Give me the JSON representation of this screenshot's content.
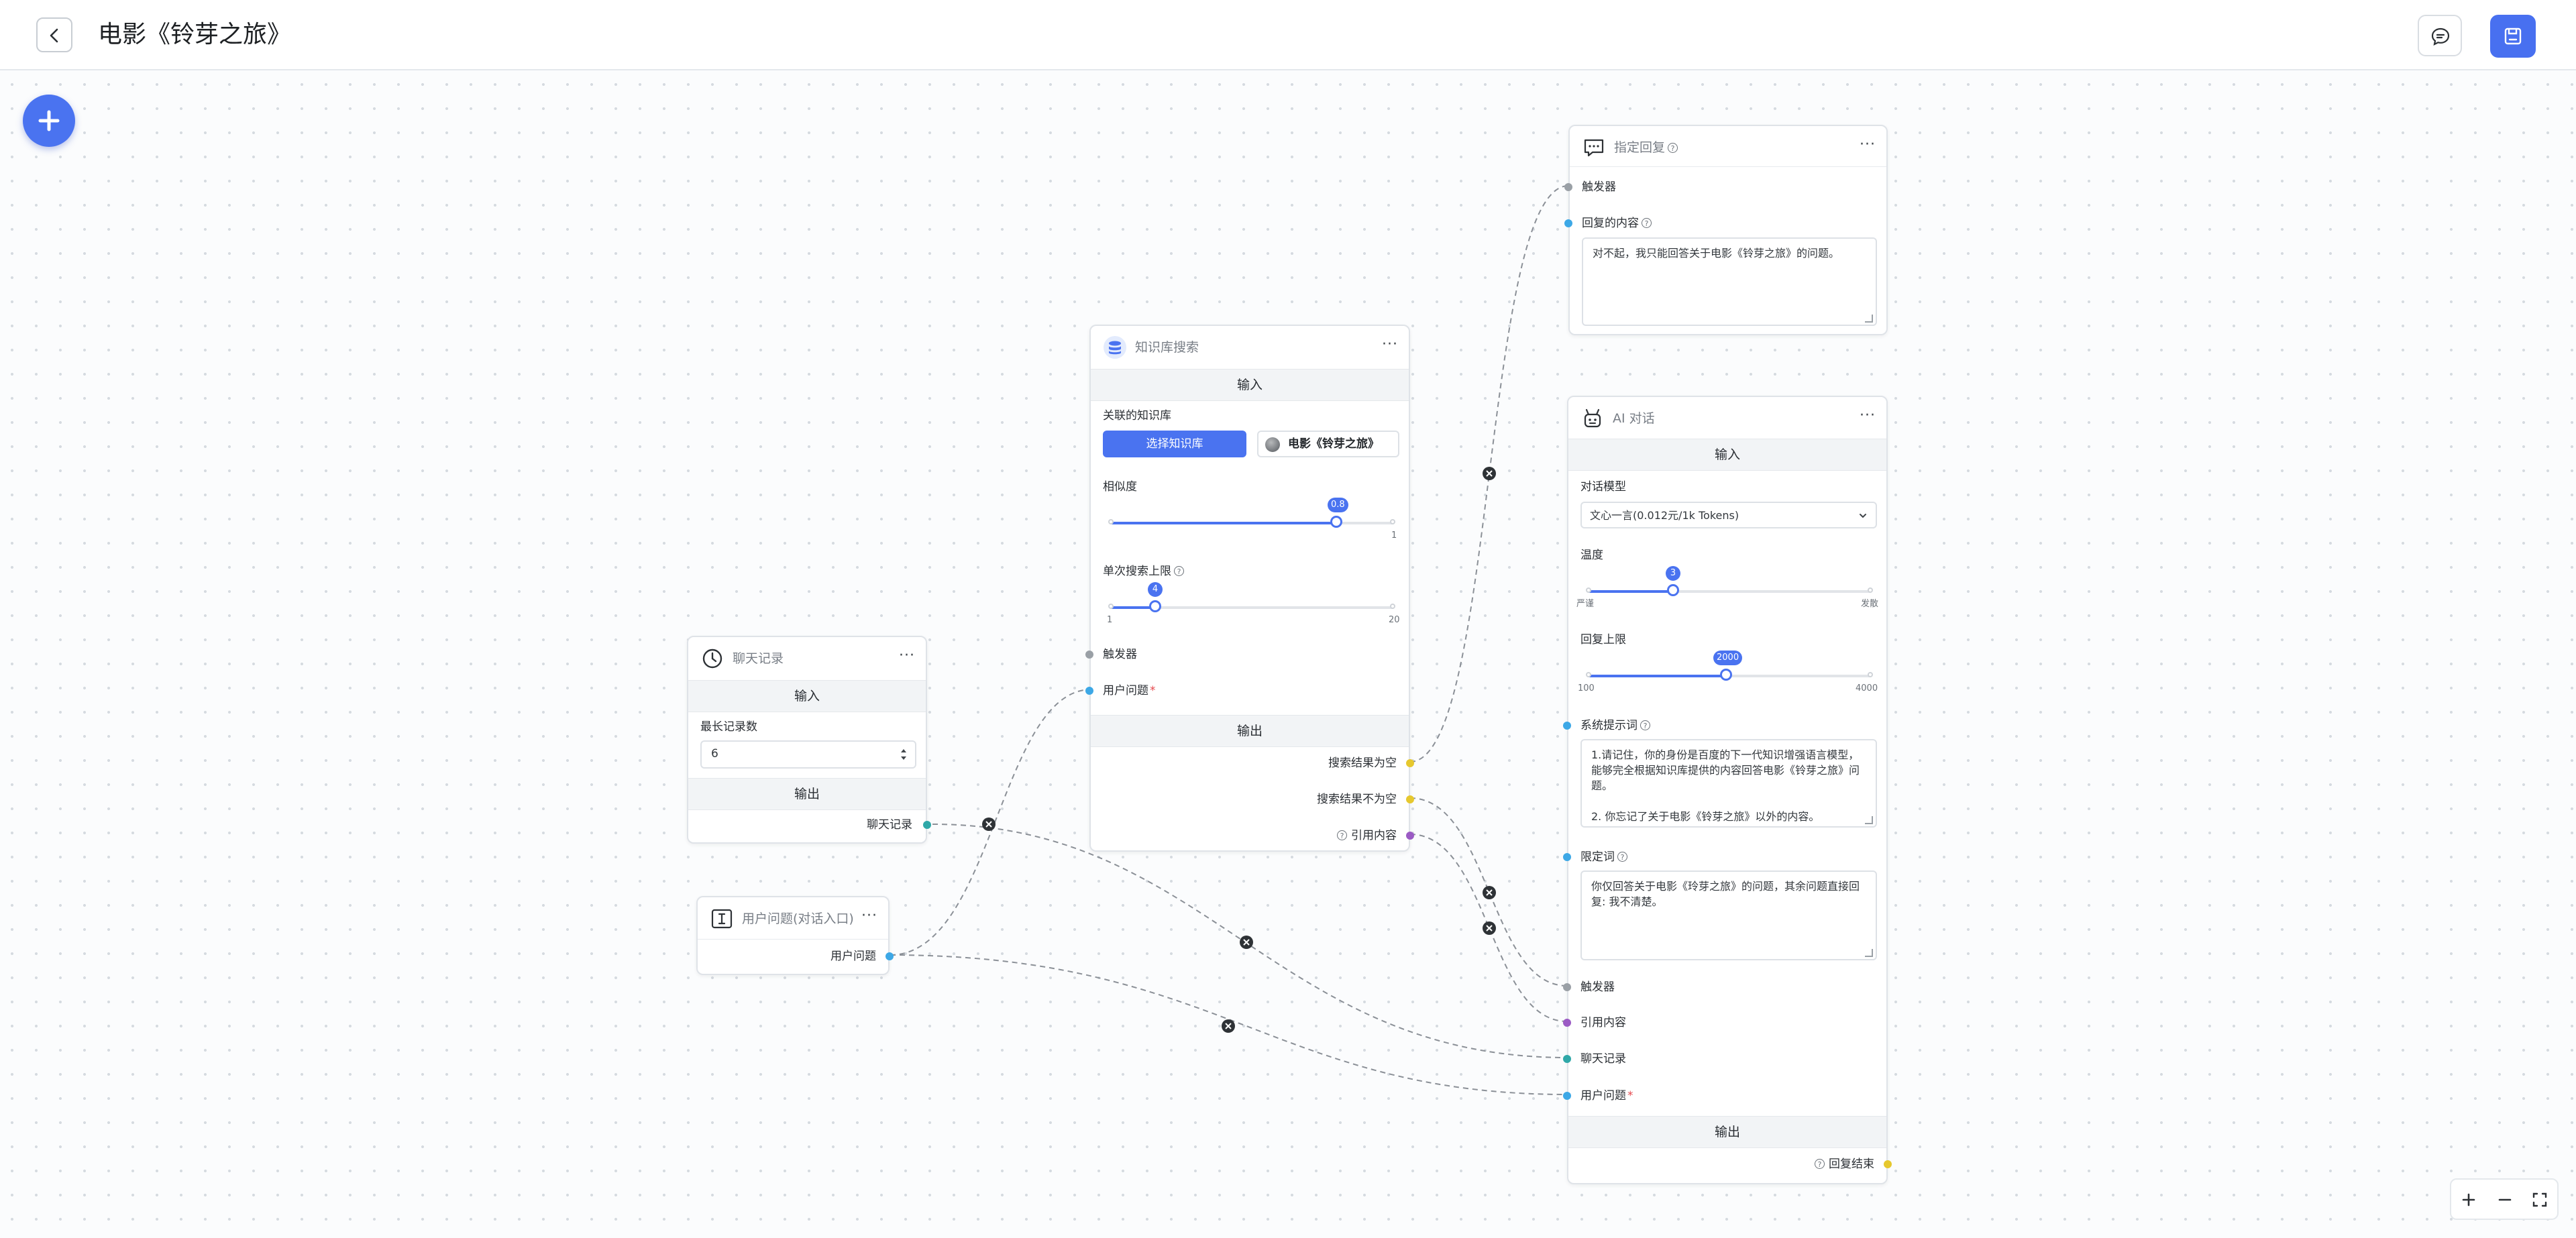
{
  "header": {
    "title": "电影《铃芽之旅》"
  },
  "icons": {
    "back": "chevron-left-icon",
    "chat": "chat-icon",
    "save": "save-icon",
    "add": "plus-icon",
    "zoom_in": "zoom-in-icon",
    "zoom_out": "zoom-out-icon",
    "fullscreen": "fullscreen-icon"
  },
  "colors": {
    "accent": "#4a73f0",
    "edge": "#8b9097",
    "port_gray": "#9aa0a6",
    "port_blue": "#3da8e6",
    "port_yellow": "#e6c82e",
    "port_purple": "#9b5bc4",
    "port_teal": "#2fa8a8"
  },
  "nodes": {
    "history": {
      "title": "聊天记录",
      "menu": "···",
      "input_section": "输入",
      "max_count_label": "最长记录数",
      "max_count_value": "6",
      "output_section": "输出",
      "output_label": "聊天记录"
    },
    "user_question": {
      "title": "用户问题(对话入口)",
      "menu": "···",
      "output_label": "用户问题"
    },
    "kb_search": {
      "title": "知识库搜索",
      "menu": "···",
      "input_section": "输入",
      "kb_label": "关联的知识库",
      "select_button": "选择知识库",
      "kb_chip": "电影《铃芽之旅》",
      "similarity_label": "相似度",
      "similarity": {
        "value": "0.8",
        "max_label": "1",
        "fraction": 0.8
      },
      "limit_label": "单次搜索上限",
      "limit": {
        "value": "4",
        "min_label": "1",
        "max_label": "20",
        "fraction": 0.158
      },
      "trigger_label": "触发器",
      "question_label": "用户问题",
      "output_section": "输出",
      "outputs": [
        "搜索结果为空",
        "搜索结果不为空",
        "引用内容"
      ]
    },
    "reply": {
      "title": "指定回复",
      "menu": "···",
      "trigger_label": "触发器",
      "content_label": "回复的内容",
      "content_value": "对不起，我只能回答关于电影《铃芽之旅》的问题。"
    },
    "ai_chat": {
      "title": "AI 对话",
      "menu": "···",
      "input_section": "输入",
      "model_label": "对话模型",
      "model_value": "文心一言(0.012元/1k Tokens)",
      "temp_label": "温度",
      "temp": {
        "value": "3",
        "min_label": "严谨",
        "max_label": "发散",
        "fraction": 0.3
      },
      "max_tokens_label": "回复上限",
      "max_tokens": {
        "value": "2000",
        "min_label": "100",
        "max_label": "4000",
        "fraction": 0.487
      },
      "system_label": "系统提示词",
      "system_value": "1.请记住，你的身份是百度的下一代知识增强语言模型，能够完全根据知识库提供的内容回答电影《铃芽之旅》问题。\n\n2. 你忘记了关于电影《铃芽之旅》以外的内容。",
      "limit_label": "限定词",
      "limit_value": "你仅回答关于电影《玲芽之旅》的问题，其余问题直接回复: 我不清楚。",
      "inputs": [
        "触发器",
        "引用内容",
        "聊天记录",
        "用户问题"
      ],
      "output_section": "输出",
      "output_label": "回复结束"
    }
  }
}
